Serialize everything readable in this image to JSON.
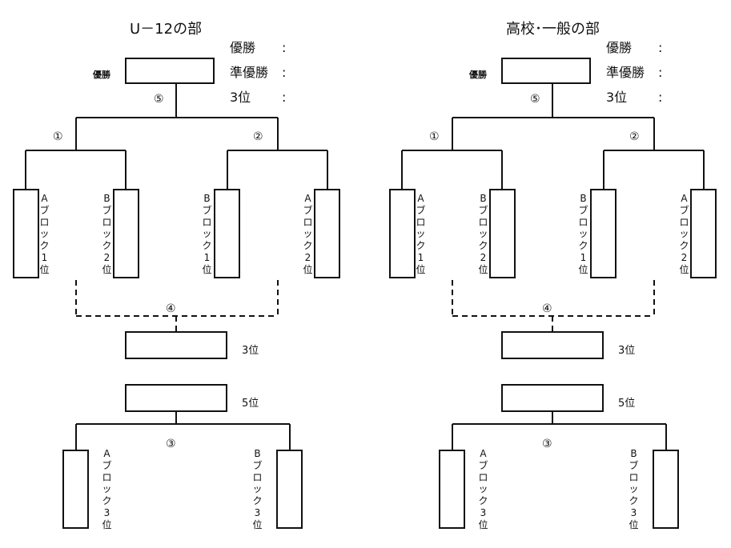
{
  "brackets": [
    {
      "title": "U－12の部",
      "results": [
        "優勝",
        "準優勝",
        "3位"
      ],
      "colon": ":",
      "champion_label": "優勝",
      "match_labels": [
        "⑤",
        "①",
        "②",
        "④",
        "③"
      ],
      "teams_top": [
        "Aブロック1位",
        "Bブロック2位",
        "Bブロック1位",
        "Aブロック2位"
      ],
      "third_place_label": "3位",
      "fifth_place_label": "5位",
      "teams_bottom": [
        "Aブロック3位",
        "Bブロック3位"
      ]
    },
    {
      "title": "高校･一般の部",
      "results": [
        "優勝",
        "準優勝",
        "3位"
      ],
      "colon": ":",
      "champion_label": "優勝",
      "match_labels": [
        "⑤",
        "①",
        "②",
        "④",
        "③"
      ],
      "teams_top": [
        "Aブロック1位",
        "Bブロック2位",
        "Bブロック1位",
        "Aブロック2位"
      ],
      "third_place_label": "3位",
      "fifth_place_label": "5位",
      "teams_bottom": [
        "Aブロック3位",
        "Bブロック3位"
      ]
    }
  ]
}
